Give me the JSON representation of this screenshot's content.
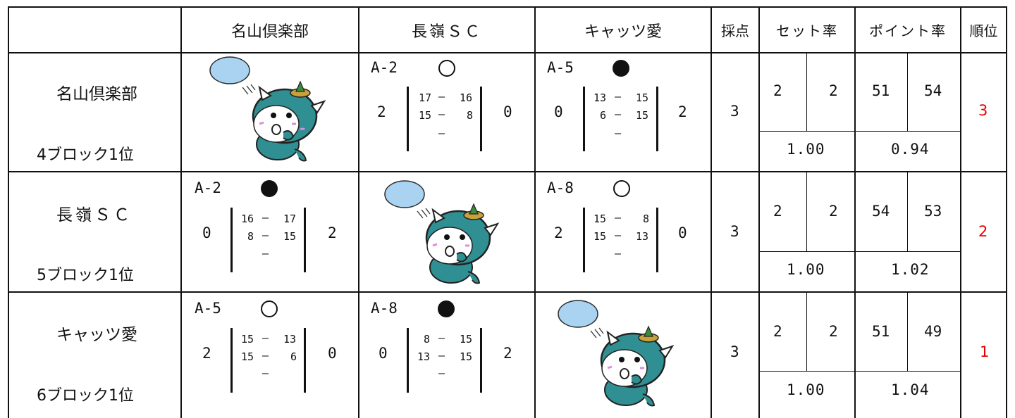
{
  "header": {
    "col_team1": "名山倶楽部",
    "col_team2": "長嶺ＳＣ",
    "col_team3": "キャッツ愛",
    "col_score": "採点",
    "col_set_rate": "セット率",
    "col_point_rate": "ポイント率",
    "col_rank": "順位"
  },
  "rows": [
    {
      "team": "名山倶楽部",
      "block": "4ブロック1位",
      "matches": [
        null,
        {
          "code": "A-2",
          "result": "win",
          "left_sets": "2",
          "right_sets": "0",
          "games": [
            [
              "17",
              "16"
            ],
            [
              "15",
              "8"
            ],
            [
              "",
              ""
            ]
          ]
        },
        {
          "code": "A-5",
          "result": "lose",
          "left_sets": "0",
          "right_sets": "2",
          "games": [
            [
              "13",
              "15"
            ],
            [
              "6",
              "15"
            ],
            [
              "",
              ""
            ]
          ]
        }
      ],
      "score": "3",
      "set_a": "2",
      "set_b": "2",
      "set_rate": "1.00",
      "pt_a": "51",
      "pt_b": "54",
      "pt_rate": "0.94",
      "rank": "3"
    },
    {
      "team": "長嶺ＳＣ",
      "block": "5ブロック1位",
      "matches": [
        {
          "code": "A-2",
          "result": "lose",
          "left_sets": "0",
          "right_sets": "2",
          "games": [
            [
              "16",
              "17"
            ],
            [
              "8",
              "15"
            ],
            [
              "",
              ""
            ]
          ]
        },
        null,
        {
          "code": "A-8",
          "result": "win",
          "left_sets": "2",
          "right_sets": "0",
          "games": [
            [
              "15",
              "8"
            ],
            [
              "15",
              "13"
            ],
            [
              "",
              ""
            ]
          ]
        }
      ],
      "score": "3",
      "set_a": "2",
      "set_b": "2",
      "set_rate": "1.00",
      "pt_a": "54",
      "pt_b": "53",
      "pt_rate": "1.02",
      "rank": "2"
    },
    {
      "team": "キャッツ愛",
      "block": "6ブロック1位",
      "matches": [
        {
          "code": "A-5",
          "result": "win",
          "left_sets": "2",
          "right_sets": "0",
          "games": [
            [
              "15",
              "13"
            ],
            [
              "15",
              "6"
            ],
            [
              "",
              ""
            ]
          ]
        },
        {
          "code": "A-8",
          "result": "lose",
          "left_sets": "0",
          "right_sets": "2",
          "games": [
            [
              "8",
              "15"
            ],
            [
              "13",
              "15"
            ],
            [
              "",
              ""
            ]
          ]
        },
        null
      ],
      "score": "3",
      "set_a": "2",
      "set_b": "2",
      "set_rate": "1.00",
      "pt_a": "51",
      "pt_b": "49",
      "pt_rate": "1.04",
      "rank": "1"
    }
  ],
  "dash": "—",
  "colors": {
    "rank": "#e60000",
    "ball": "#a9d3f0",
    "mascot_body": "#2f8f92",
    "line": "#111111"
  },
  "icons": {
    "mascot": "mascot-with-volleyball-illustration",
    "win": "open-circle-icon",
    "lose": "filled-circle-icon"
  }
}
